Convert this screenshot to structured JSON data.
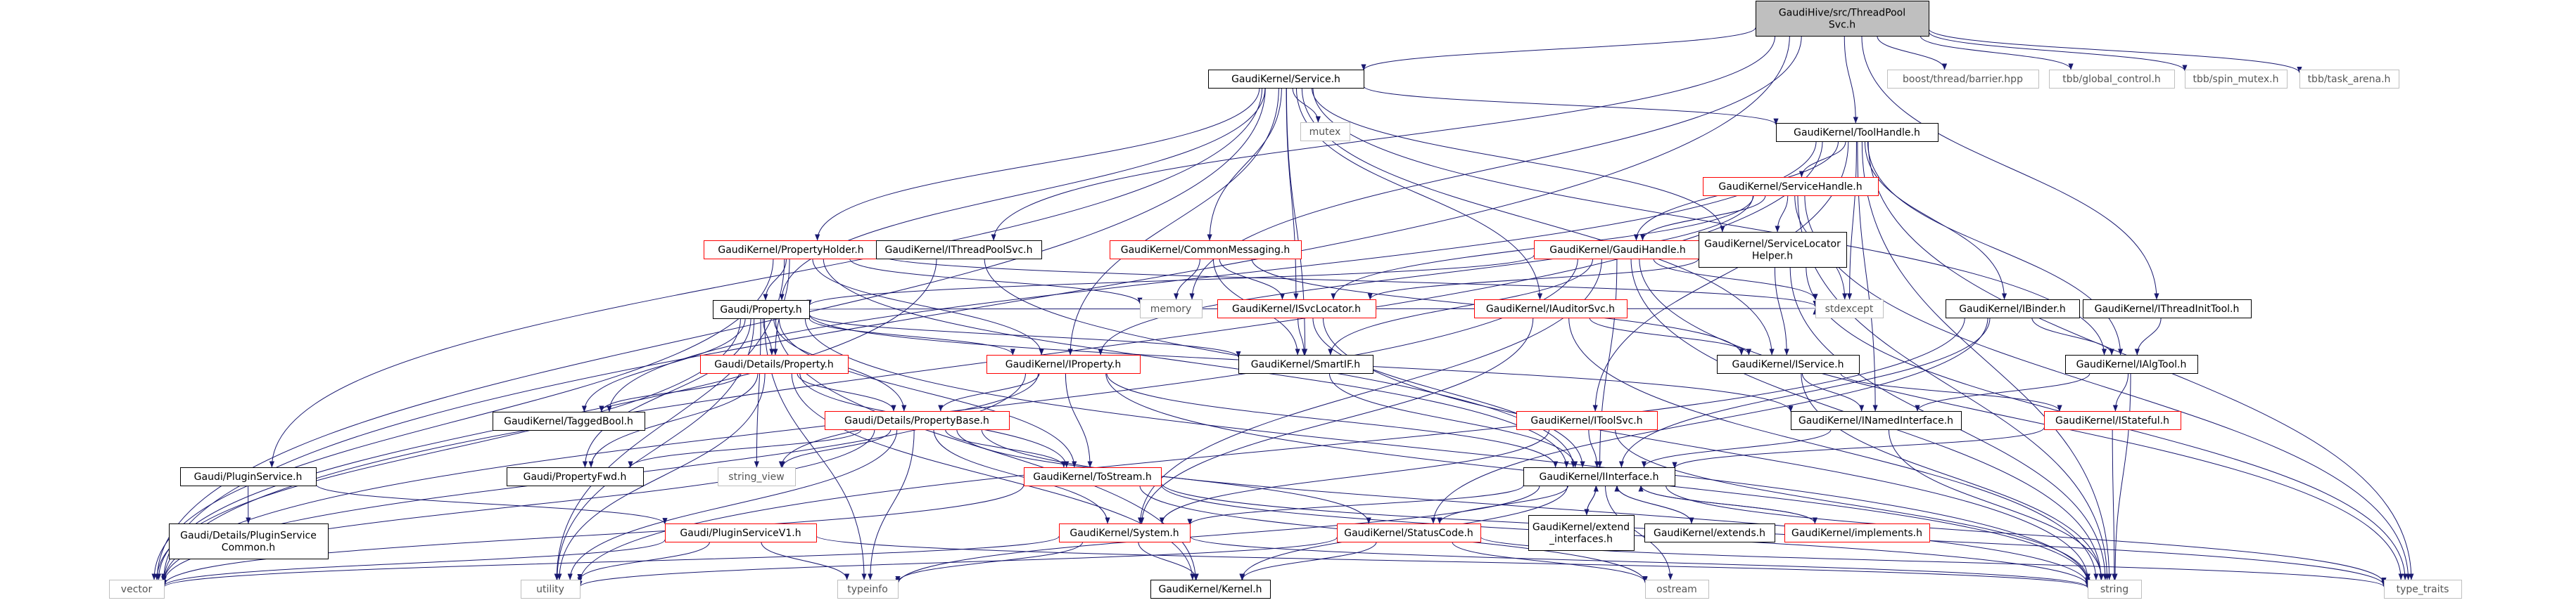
{
  "diagram": {
    "nodes": [
      {
        "id": "root",
        "kind": "root",
        "lines": [
          "GaudiHive/src/ThreadPool",
          "Svc.h"
        ]
      },
      {
        "id": "svc",
        "kind": "black",
        "lines": [
          "GaudiKernel/Service.h"
        ]
      },
      {
        "id": "barrier",
        "kind": "gray",
        "lines": [
          "boost/thread/barrier.hpp"
        ]
      },
      {
        "id": "globctl",
        "kind": "gray",
        "lines": [
          "tbb/global_control.h"
        ]
      },
      {
        "id": "spinmutex",
        "kind": "gray",
        "lines": [
          "tbb/spin_mutex.h"
        ]
      },
      {
        "id": "taskarena",
        "kind": "gray",
        "lines": [
          "tbb/task_arena.h"
        ]
      },
      {
        "id": "mutex",
        "kind": "gray",
        "lines": [
          "mutex"
        ]
      },
      {
        "id": "toolhandle",
        "kind": "black",
        "lines": [
          "GaudiKernel/ToolHandle.h"
        ]
      },
      {
        "id": "svchandle",
        "kind": "red",
        "lines": [
          "GaudiKernel/ServiceHandle.h"
        ]
      },
      {
        "id": "propholder",
        "kind": "red",
        "lines": [
          "GaudiKernel/PropertyHolder.h"
        ]
      },
      {
        "id": "ithreadpool",
        "kind": "black",
        "lines": [
          "GaudiKernel/IThreadPoolSvc.h"
        ]
      },
      {
        "id": "commonmsg",
        "kind": "red",
        "lines": [
          "GaudiKernel/CommonMessaging.h"
        ]
      },
      {
        "id": "gaudihandle",
        "kind": "red",
        "lines": [
          "GaudiKernel/GaudiHandle.h"
        ]
      },
      {
        "id": "svclocatorhelper",
        "kind": "black",
        "lines": [
          "GaudiKernel/ServiceLocator",
          "Helper.h"
        ]
      },
      {
        "id": "gaudiproperty",
        "kind": "black",
        "lines": [
          "Gaudi/Property.h"
        ]
      },
      {
        "id": "memory",
        "kind": "gray",
        "lines": [
          "memory"
        ]
      },
      {
        "id": "isvclocator",
        "kind": "red",
        "lines": [
          "GaudiKernel/ISvcLocator.h"
        ]
      },
      {
        "id": "iauditorsvc",
        "kind": "red",
        "lines": [
          "GaudiKernel/IAuditorSvc.h"
        ]
      },
      {
        "id": "ibinder",
        "kind": "black",
        "lines": [
          "GaudiKernel/IBinder.h"
        ]
      },
      {
        "id": "ithreadinittool",
        "kind": "black",
        "lines": [
          "GaudiKernel/IThreadInitTool.h"
        ]
      },
      {
        "id": "detailsprop",
        "kind": "red",
        "lines": [
          "Gaudi/Details/Property.h"
        ]
      },
      {
        "id": "iproperty",
        "kind": "red",
        "lines": [
          "GaudiKernel/IProperty.h"
        ]
      },
      {
        "id": "smartif",
        "kind": "black",
        "lines": [
          "GaudiKernel/SmartIF.h"
        ]
      },
      {
        "id": "stdexcept",
        "kind": "gray",
        "lines": [
          "stdexcept"
        ]
      },
      {
        "id": "iservice",
        "kind": "black",
        "lines": [
          "GaudiKernel/IService.h"
        ]
      },
      {
        "id": "ialgtool",
        "kind": "black",
        "lines": [
          "GaudiKernel/IAlgTool.h"
        ]
      },
      {
        "id": "taggedbool",
        "kind": "black",
        "lines": [
          "GaudiKernel/TaggedBool.h"
        ]
      },
      {
        "id": "propertybase",
        "kind": "red",
        "lines": [
          "Gaudi/Details/PropertyBase.h"
        ]
      },
      {
        "id": "itoolsvc",
        "kind": "red",
        "lines": [
          "GaudiKernel/IToolSvc.h"
        ]
      },
      {
        "id": "inamed",
        "kind": "black",
        "lines": [
          "GaudiKernel/INamedInterface.h"
        ]
      },
      {
        "id": "istateful",
        "kind": "red",
        "lines": [
          "GaudiKernel/IStateful.h"
        ]
      },
      {
        "id": "pluginservice",
        "kind": "black",
        "lines": [
          "Gaudi/PluginService.h"
        ]
      },
      {
        "id": "propertyfwd",
        "kind": "black",
        "lines": [
          "Gaudi/PropertyFwd.h"
        ]
      },
      {
        "id": "stringview",
        "kind": "gray",
        "lines": [
          "string_view"
        ]
      },
      {
        "id": "tostream",
        "kind": "red",
        "lines": [
          "GaudiKernel/ToStream.h"
        ]
      },
      {
        "id": "iinterface",
        "kind": "black",
        "lines": [
          "GaudiKernel/IInterface.h"
        ]
      },
      {
        "id": "pluginsvccommon",
        "kind": "black",
        "lines": [
          "Gaudi/Details/PluginService",
          "Common.h"
        ]
      },
      {
        "id": "pluginsvcv1",
        "kind": "red",
        "lines": [
          "Gaudi/PluginServiceV1.h"
        ]
      },
      {
        "id": "system",
        "kind": "red",
        "lines": [
          "GaudiKernel/System.h"
        ]
      },
      {
        "id": "statuscode",
        "kind": "red",
        "lines": [
          "GaudiKernel/StatusCode.h"
        ]
      },
      {
        "id": "extendinterfaces",
        "kind": "black",
        "lines": [
          "GaudiKernel/extend",
          "_interfaces.h"
        ]
      },
      {
        "id": "extends",
        "kind": "black",
        "lines": [
          "GaudiKernel/extends.h"
        ]
      },
      {
        "id": "implements",
        "kind": "red",
        "lines": [
          "GaudiKernel/implements.h"
        ]
      },
      {
        "id": "vector",
        "kind": "gray",
        "lines": [
          "vector"
        ]
      },
      {
        "id": "utility",
        "kind": "gray",
        "lines": [
          "utility"
        ]
      },
      {
        "id": "typeinfo",
        "kind": "gray",
        "lines": [
          "typeinfo"
        ]
      },
      {
        "id": "kernel",
        "kind": "black",
        "lines": [
          "GaudiKernel/Kernel.h"
        ]
      },
      {
        "id": "ostream",
        "kind": "gray",
        "lines": [
          "ostream"
        ]
      },
      {
        "id": "string",
        "kind": "gray",
        "lines": [
          "string"
        ]
      },
      {
        "id": "typetraits",
        "kind": "gray",
        "lines": [
          "type_traits"
        ]
      }
    ],
    "edges": [
      [
        "root",
        "svc"
      ],
      [
        "root",
        "barrier"
      ],
      [
        "root",
        "globctl"
      ],
      [
        "root",
        "spinmutex"
      ],
      [
        "root",
        "taskarena"
      ],
      [
        "root",
        "toolhandle"
      ],
      [
        "root",
        "ithreadpool"
      ],
      [
        "root",
        "ithreadinittool"
      ],
      [
        "root",
        "vector"
      ],
      [
        "root",
        "memory"
      ],
      [
        "svc",
        "mutex"
      ],
      [
        "svc",
        "toolhandle"
      ],
      [
        "svc",
        "propholder"
      ],
      [
        "svc",
        "commonmsg"
      ],
      [
        "svc",
        "svclocatorhelper"
      ],
      [
        "svc",
        "isvclocator"
      ],
      [
        "svc",
        "iauditorsvc"
      ],
      [
        "svc",
        "iservice"
      ],
      [
        "svc",
        "smartif"
      ],
      [
        "svc",
        "gaudiproperty"
      ],
      [
        "svc",
        "pluginservice"
      ],
      [
        "svc",
        "vector"
      ],
      [
        "svc",
        "iproperty"
      ],
      [
        "svc",
        "ialgtool"
      ],
      [
        "toolhandle",
        "svchandle"
      ],
      [
        "toolhandle",
        "gaudihandle"
      ],
      [
        "toolhandle",
        "ibinder"
      ],
      [
        "toolhandle",
        "ialgtool"
      ],
      [
        "toolhandle",
        "itoolsvc"
      ],
      [
        "toolhandle",
        "inamed"
      ],
      [
        "toolhandle",
        "stdexcept"
      ],
      [
        "toolhandle",
        "taggedbool"
      ],
      [
        "toolhandle",
        "string"
      ],
      [
        "toolhandle",
        "typetraits"
      ],
      [
        "toolhandle",
        "vector"
      ],
      [
        "svchandle",
        "gaudihandle"
      ],
      [
        "svchandle",
        "svclocatorhelper"
      ],
      [
        "svchandle",
        "isvclocator"
      ],
      [
        "svchandle",
        "iproperty"
      ],
      [
        "svchandle",
        "stdexcept"
      ],
      [
        "svchandle",
        "string"
      ],
      [
        "svchandle",
        "typetraits"
      ],
      [
        "gaudihandle",
        "gaudiproperty"
      ],
      [
        "gaudihandle",
        "iinterface"
      ],
      [
        "gaudihandle",
        "system"
      ],
      [
        "gaudihandle",
        "stdexcept"
      ],
      [
        "gaudihandle",
        "string"
      ],
      [
        "gaudihandle",
        "typetraits"
      ],
      [
        "gaudihandle",
        "vector"
      ],
      [
        "gaudihandle",
        "smartif"
      ],
      [
        "svclocatorhelper",
        "isvclocator"
      ],
      [
        "svclocatorhelper",
        "iservice"
      ],
      [
        "svclocatorhelper",
        "typetraits"
      ],
      [
        "svclocatorhelper",
        "string"
      ],
      [
        "propholder",
        "gaudiproperty"
      ],
      [
        "propholder",
        "iproperty"
      ],
      [
        "propholder",
        "iinterface"
      ],
      [
        "propholder",
        "memory"
      ],
      [
        "propholder",
        "stdexcept"
      ],
      [
        "propholder",
        "utility"
      ],
      [
        "propholder",
        "vector"
      ],
      [
        "propholder",
        "detailsprop"
      ],
      [
        "ithreadpool",
        "iinterface"
      ],
      [
        "ithreadpool",
        "vector"
      ],
      [
        "commonmsg",
        "memory"
      ],
      [
        "commonmsg",
        "isvclocator"
      ],
      [
        "commonmsg",
        "smartif"
      ],
      [
        "commonmsg",
        "iservice"
      ],
      [
        "gaudiproperty",
        "detailsprop"
      ],
      [
        "gaudiproperty",
        "propertybase"
      ],
      [
        "gaudiproperty",
        "iproperty"
      ],
      [
        "gaudiproperty",
        "smartif"
      ],
      [
        "gaudiproperty",
        "taggedbool"
      ],
      [
        "gaudiproperty",
        "tostream"
      ],
      [
        "gaudiproperty",
        "propertyfwd"
      ],
      [
        "gaudiproperty",
        "stringview"
      ],
      [
        "gaudiproperty",
        "string"
      ],
      [
        "gaudiproperty",
        "typeinfo"
      ],
      [
        "gaudiproperty",
        "utility"
      ],
      [
        "gaudiproperty",
        "vector"
      ],
      [
        "gaudiproperty",
        "stdexcept"
      ],
      [
        "gaudiproperty",
        "kernel"
      ],
      [
        "gaudiproperty",
        "inamed"
      ],
      [
        "isvclocator",
        "smartif"
      ],
      [
        "isvclocator",
        "iinterface"
      ],
      [
        "isvclocator",
        "string"
      ],
      [
        "iauditorsvc",
        "iservice"
      ],
      [
        "iauditorsvc",
        "system"
      ],
      [
        "iauditorsvc",
        "string"
      ],
      [
        "ibinder",
        "ialgtool"
      ],
      [
        "ibinder",
        "iinterface"
      ],
      [
        "ibinder",
        "statuscode"
      ],
      [
        "ibinder",
        "utility"
      ],
      [
        "ithreadinittool",
        "ialgtool"
      ],
      [
        "detailsprop",
        "propertybase"
      ],
      [
        "detailsprop",
        "propertyfwd"
      ],
      [
        "detailsprop",
        "tostream"
      ],
      [
        "detailsprop",
        "taggedbool"
      ],
      [
        "detailsprop",
        "utility"
      ],
      [
        "detailsprop",
        "kernel"
      ],
      [
        "iproperty",
        "propertybase"
      ],
      [
        "iproperty",
        "iinterface"
      ],
      [
        "iproperty",
        "tostream"
      ],
      [
        "iproperty",
        "stringview"
      ],
      [
        "iproperty",
        "vector"
      ],
      [
        "iproperty",
        "string"
      ],
      [
        "smartif",
        "iinterface"
      ],
      [
        "iservice",
        "inamed"
      ],
      [
        "iservice",
        "istateful"
      ],
      [
        "iservice",
        "string"
      ],
      [
        "ialgtool",
        "inamed"
      ],
      [
        "ialgtool",
        "istateful"
      ],
      [
        "ialgtool",
        "string"
      ],
      [
        "propertybase",
        "propertyfwd"
      ],
      [
        "propertybase",
        "tostream"
      ],
      [
        "propertybase",
        "statuscode"
      ],
      [
        "propertybase",
        "stringview"
      ],
      [
        "propertybase",
        "system"
      ],
      [
        "propertybase",
        "typeinfo"
      ],
      [
        "propertybase",
        "utility"
      ],
      [
        "propertybase",
        "string"
      ],
      [
        "propertybase",
        "vector"
      ],
      [
        "itoolsvc",
        "iinterface"
      ],
      [
        "itoolsvc",
        "system"
      ],
      [
        "itoolsvc",
        "string"
      ],
      [
        "inamed",
        "iinterface"
      ],
      [
        "inamed",
        "string"
      ],
      [
        "istateful",
        "iinterface"
      ],
      [
        "istateful",
        "string"
      ],
      [
        "pluginservice",
        "pluginsvccommon"
      ],
      [
        "pluginservice",
        "pluginsvcv1"
      ],
      [
        "pluginsvcv1",
        "string"
      ],
      [
        "pluginsvcv1",
        "typeinfo"
      ],
      [
        "pluginsvcv1",
        "utility"
      ],
      [
        "pluginsvcv1",
        "vector"
      ],
      [
        "tostream",
        "string"
      ],
      [
        "tostream",
        "vector"
      ],
      [
        "tostream",
        "ostream"
      ],
      [
        "tostream",
        "typetraits"
      ],
      [
        "iinterface",
        "system"
      ],
      [
        "iinterface",
        "statuscode"
      ],
      [
        "iinterface",
        "extendinterfaces"
      ],
      [
        "iinterface",
        "extends"
      ],
      [
        "iinterface",
        "implements"
      ],
      [
        "iinterface",
        "kernel"
      ],
      [
        "iinterface",
        "ostream"
      ],
      [
        "iinterface",
        "typeinfo"
      ],
      [
        "iinterface",
        "typetraits"
      ],
      [
        "system",
        "kernel"
      ],
      [
        "system",
        "string"
      ],
      [
        "system",
        "vector"
      ],
      [
        "system",
        "typeinfo"
      ],
      [
        "statuscode",
        "kernel"
      ],
      [
        "statuscode",
        "ostream"
      ],
      [
        "statuscode",
        "typetraits"
      ],
      [
        "statuscode",
        "utility"
      ],
      [
        "extendinterfaces",
        "iinterface"
      ],
      [
        "extends",
        "iinterface"
      ],
      [
        "implements",
        "iinterface"
      ]
    ]
  }
}
